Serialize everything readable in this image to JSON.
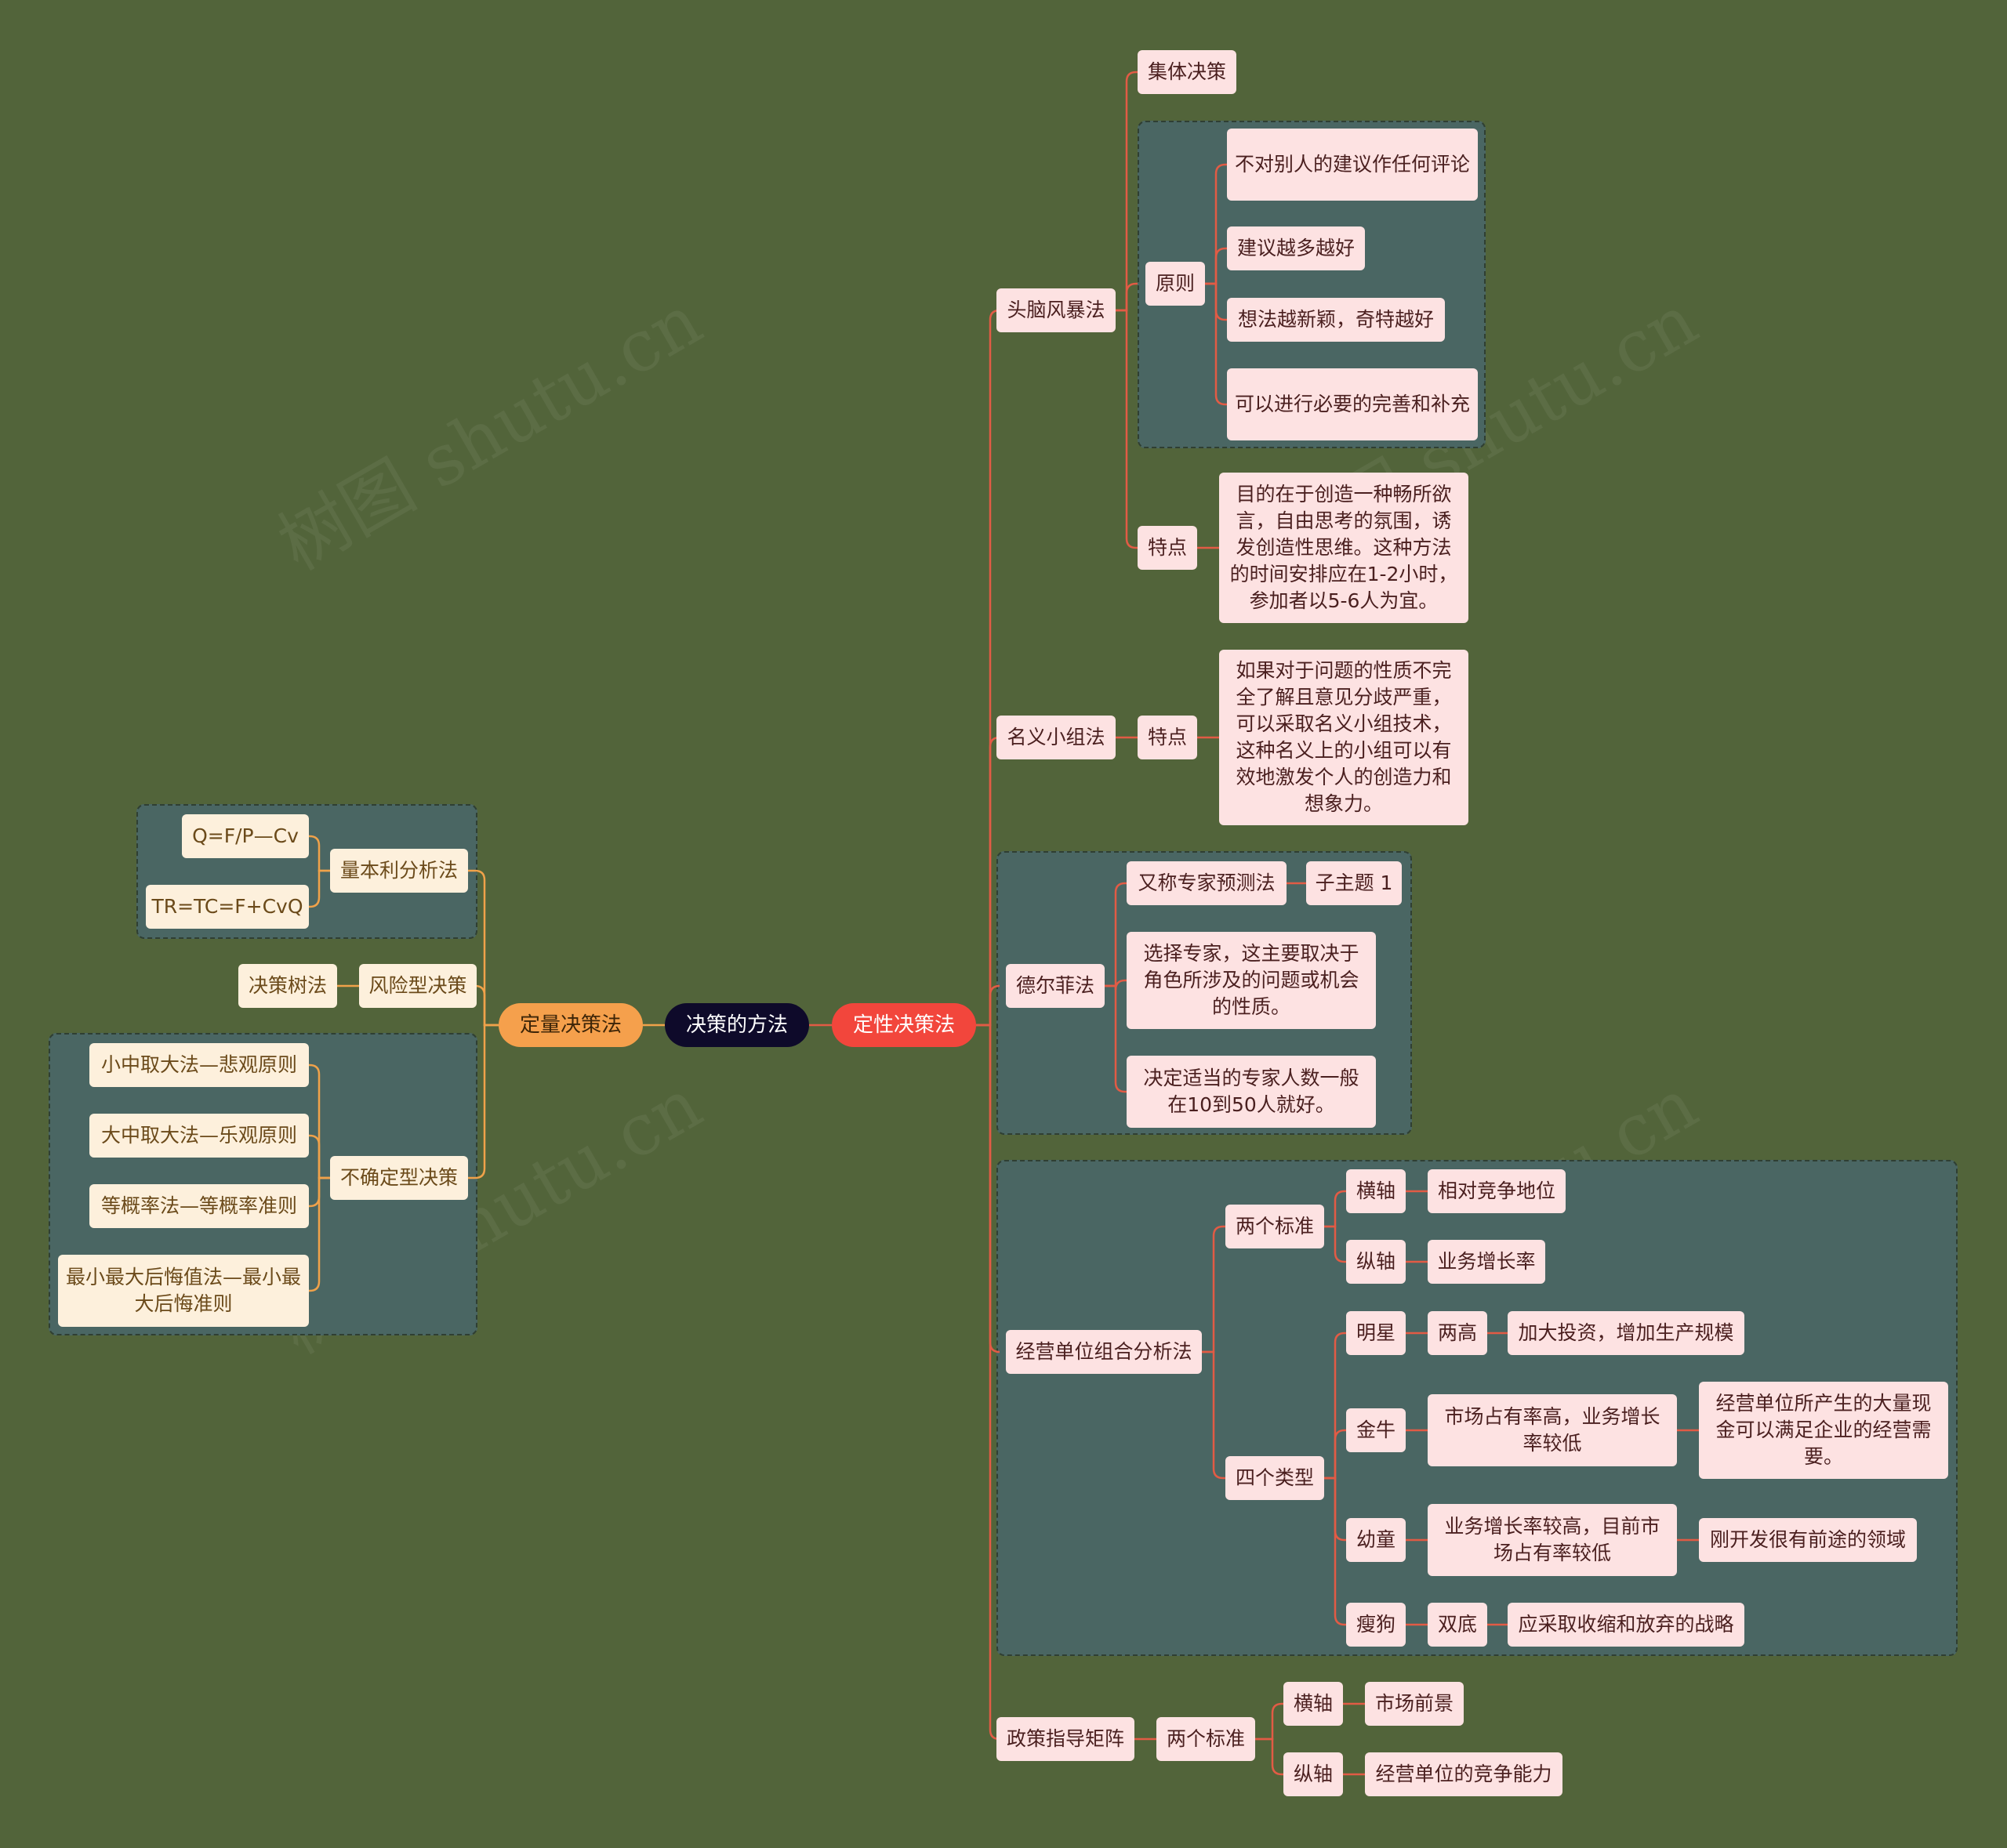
{
  "root": "决策的方法",
  "qualitative": {
    "label": "定性决策法",
    "brainstorm": {
      "label": "头脑风暴法",
      "collective": "集体决策",
      "principles_label": "原则",
      "principles": [
        "不对别人的建议作任何评论",
        "建议越多越好",
        "想法越新颖，奇特越好",
        "可以进行必要的完善和补充"
      ],
      "feature_label": "特点",
      "feature": "目的在于创造一种畅所欲言，自由思考的氛围，诱发创造性思维。这种方法的时间安排应在1-2小时，参加者以5-6人为宜。"
    },
    "nominal": {
      "label": "名义小组法",
      "feature_label": "特点",
      "feature": "如果对于问题的性质不完全了解且意见分歧严重，可以采取名义小组技术，这种名义上的小组可以有效地激发个人的创造力和想象力。"
    },
    "delphi": {
      "label": "德尔菲法",
      "alias": "又称专家预测法",
      "subtopic": "子主题 1",
      "select": "选择专家，这主要取决于角色所涉及的问题或机会的性质。",
      "count": "决定适当的专家人数一般在10到50人就好。"
    },
    "bcg": {
      "label": "经营单位组合分析法",
      "standards_label": "两个标准",
      "h_axis": "横轴",
      "h_axis_value": "相对竞争地位",
      "v_axis": "纵轴",
      "v_axis_value": "业务增长率",
      "types_label": "四个类型",
      "star": "明星",
      "star_desc": "两高",
      "star_action": "加大投资，增加生产规模",
      "cow": "金牛",
      "cow_desc": "市场占有率高，业务增长率较低",
      "cow_action": "经营单位所产生的大量现金可以满足企业的经营需要。",
      "child": "幼童",
      "child_desc": "业务增长率较高，目前市场占有率较低",
      "child_action": "刚开发很有前途的领域",
      "dog": "瘦狗",
      "dog_desc": "双底",
      "dog_action": "应采取收缩和放弃的战略"
    },
    "policy": {
      "label": "政策指导矩阵",
      "standards_label": "两个标准",
      "h_axis": "横轴",
      "h_axis_value": "市场前景",
      "v_axis": "纵轴",
      "v_axis_value": "经营单位的竞争能力"
    }
  },
  "quantitative": {
    "label": "定量决策法",
    "breakeven": {
      "label": "量本利分析法",
      "f1": "Q=F/P—Cv",
      "f2": "TR=TC=F+CvQ"
    },
    "risk": {
      "label": "风险型决策",
      "tree": "决策树法"
    },
    "uncertain": {
      "label": "不确定型决策",
      "items": [
        "小中取大法—悲观原则",
        "大中取大法—乐观原则",
        "等概率法—等概率准则",
        "最小最大后悔值法—最小最大后悔准则"
      ]
    }
  },
  "watermark": "树图 shutu.cn",
  "colors": {
    "background": "#52643a",
    "group": "#4a6663",
    "line_right": "#e25b45",
    "line_left": "#f0a24a",
    "root": "#0e0a2a",
    "qualitative": "#f2463c",
    "quantitative": "#f5a04c"
  }
}
